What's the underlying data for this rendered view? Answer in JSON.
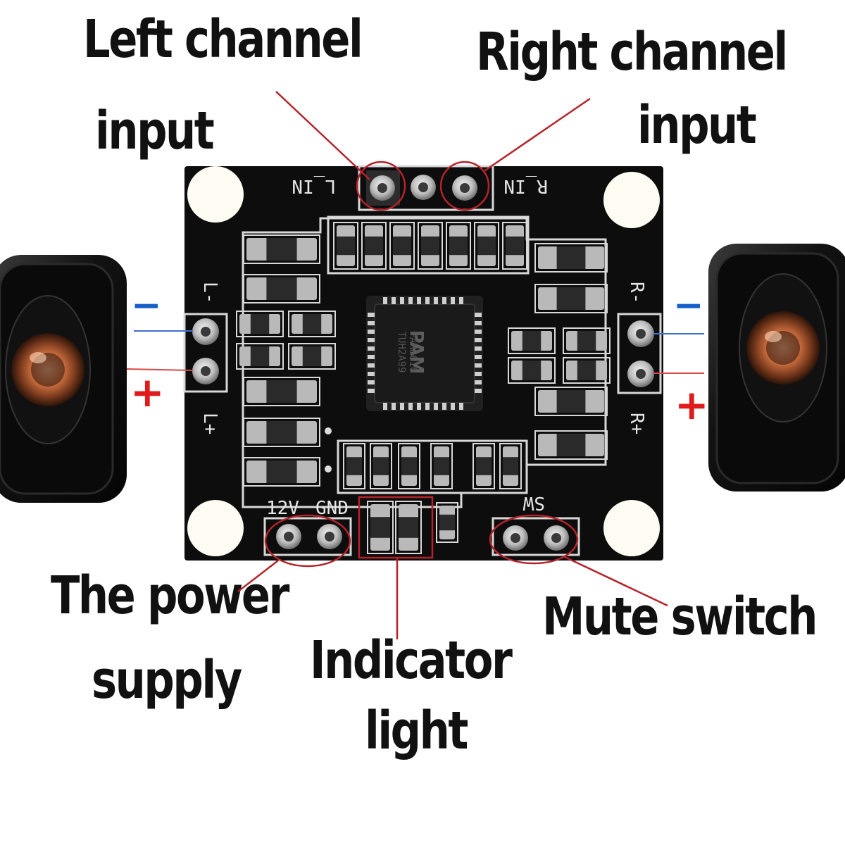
{
  "callouts": {
    "left_input": [
      "Left channel",
      "input"
    ],
    "right_input": [
      "Right channel",
      "input"
    ],
    "power_supply": [
      "The power",
      "supply"
    ],
    "indicator_light": [
      "Indicator",
      "light"
    ],
    "mute_switch": [
      "Mute switch"
    ]
  },
  "board": {
    "silkscreen": {
      "l_in": "L_IN",
      "r_in": "R_IN",
      "l_minus": "L-",
      "l_plus": "L+",
      "r_minus": "R-",
      "r_plus": "R+",
      "v12": "12V",
      "gnd": "GND",
      "sw": "SW"
    },
    "chip_text": [
      "PAM",
      "PAM8610",
      "TUH2A99"
    ]
  },
  "polarity": {
    "minus": "−",
    "plus": "+"
  },
  "colors": {
    "pcb": "#0d0d0d",
    "silk": "#e6e6e6",
    "callout_line": "#b5232a",
    "minus": "#1560c8",
    "plus": "#e01b1b",
    "wire_blue": "#3c6fd1",
    "wire_red": "#d94848"
  }
}
